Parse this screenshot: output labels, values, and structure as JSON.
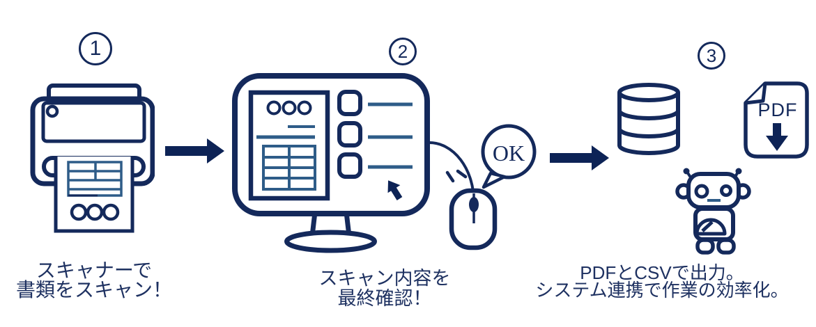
{
  "colors": {
    "navy": "#14295b",
    "steel": "#2e5c88",
    "fill": "#0d2356",
    "text": "#1e3161",
    "bg": "#ffffff"
  },
  "steps": [
    {
      "number": "1",
      "icon": "scanner-icon",
      "caption_lines": [
        "スキャナーで",
        "書類をスキャン！"
      ]
    },
    {
      "number": "2",
      "icon": "monitor-checklist-icon",
      "secondary_icons": [
        "mouse-icon",
        "ok-speech-bubble",
        "cursor-icon"
      ],
      "bubble_text": "OK",
      "caption_lines": [
        "スキャン内容を",
        "最終確認！"
      ]
    },
    {
      "number": "3",
      "icons": [
        "database-icon",
        "pdf-file-icon",
        "robot-icon"
      ],
      "pdf_label": "PDF",
      "caption_lines": [
        "PDFとCSVで出力。",
        "システム連携で作業の効率化。"
      ]
    }
  ],
  "connectors": [
    "arrow-step1-to-2",
    "arrow-step2-to-3"
  ]
}
